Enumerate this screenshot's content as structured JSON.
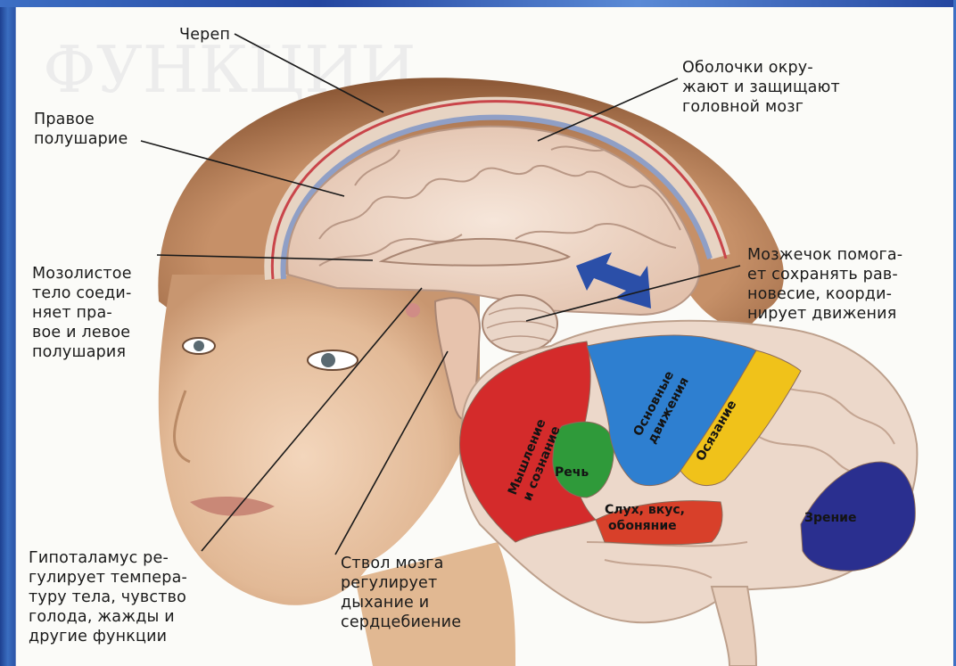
{
  "labels": {
    "skull": "Череп",
    "meninges": "Оболочки окру-\nжают и защищают\nголовной мозг",
    "right_hemisphere": "Правое\nполушарие",
    "corpus_callosum": "Мозолистое\nтело соеди-\nняет пра-\nвое и левое\nполушария",
    "cerebellum": "Мозжечок помога-\nет сохранять рав-\nновесие, коорди-\nнирует движения",
    "hypothalamus": "Гипоталамус ре-\nгулирует темпера-\nтуру тела, чувство\nголода, жажды и\nдругие функции",
    "brainstem": "Ствол мозга\nрегулирует\nдыхание и\nсердцебиение"
  },
  "regions": {
    "thinking": [
      "Мышление",
      "и сознание"
    ],
    "basic_movements": [
      "Основные",
      "движения"
    ],
    "touch": "Осязание",
    "speech": "Речь",
    "hearing": [
      "Слух, вкус,",
      "обоняние"
    ],
    "vision": "Зрение"
  },
  "colors": {
    "thinking": "#d42b2b",
    "basic_movements": "#2e7fd0",
    "touch": "#f0c21a",
    "speech": "#2f9a3a",
    "hearing": "#d8402a",
    "vision": "#2a2f8f",
    "skin": "#e8c2a0",
    "hair": "#b07a4e",
    "brain": "#efd7c6"
  }
}
